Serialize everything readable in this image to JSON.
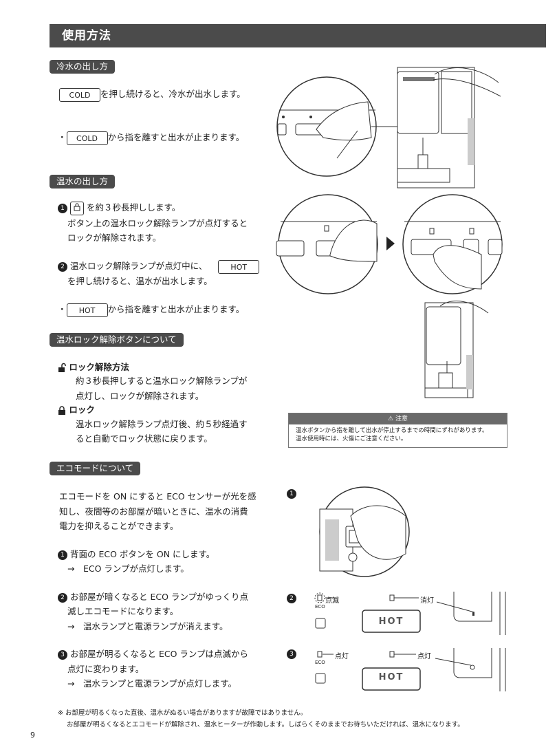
{
  "title": "使用方法",
  "cold_section": {
    "label": "冷水の出し方",
    "button": "COLD",
    "line1": "を押し続けると、冷水が出水します。",
    "bullet": "・",
    "line2": "から指を離すと出水が止まります。"
  },
  "hot_section": {
    "label": "温水の出し方",
    "step1_text": "を約３秒長押しします。",
    "step1_sub1": "ボタン上の温水ロック解除ランプが点灯すると",
    "step1_sub2": "ロックが解除されます。",
    "step2_text": "温水ロック解除ランプが点灯中に、",
    "button": "HOT",
    "step2_sub": "を押し続けると、温水が出水します。",
    "bullet": "・",
    "line3": "から指を離すと出水が止まります。",
    "step1_num": "1",
    "step2_num": "2"
  },
  "lock_section": {
    "label": "温水ロック解除ボタンについて",
    "unlock_title": "ロック解除方法",
    "unlock_l1": "約３秒長押しすると温水ロック解除ランプが",
    "unlock_l2": "点灯し、ロックが解除されます。",
    "lock_title": "ロック",
    "lock_l1": "温水ロック解除ランプ点灯後、約５秒経過す",
    "lock_l2": "ると自動でロック状態に戻ります。"
  },
  "caution": {
    "title": "注意",
    "line1": "温水ボタンから指を離して出水が停止するまでの時間にずれがあります。",
    "line2": "温水使用時には、火傷にご注意ください。"
  },
  "eco_section": {
    "label": "エコモードについて",
    "intro1": "エコモードを ON にすると ECO センサーが光を感",
    "intro2": "知し、夜間等のお部屋が暗いときに、温水の消費",
    "intro3": "電力を抑えることができます。",
    "s1": "背面の ECO ボタンを ON にします。",
    "s1_sub": "→　ECO ランプが点灯します。",
    "s2a": "お部屋が暗くなると ECO ランプがゆっくり点",
    "s2b": "滅しエコモードになります。",
    "s2_sub": "→　温水ランプと電源ランプが消えます。",
    "s3a": "お部屋が明るくなると ECO ランプは点滅から",
    "s3b": "点灯に変わります。",
    "s3_sub": "→　温水ランプと電源ランプが点灯します。",
    "blink": "点滅",
    "off": "消灯",
    "on1": "点灯",
    "on2": "点灯",
    "eco": "ECO",
    "hot": "HOT",
    "n1": "1",
    "n2": "2",
    "n3": "3"
  },
  "footnote": {
    "l1": "※ お部屋が明るくなった直後、温水がぬるい場合がありますが故障ではありません。",
    "l2": "お部屋が明るくなるとエコモードが解除され、温水ヒーターが作動します。しばらくそのままでお待ちいただければ、温水になります。"
  },
  "page_number": "9"
}
